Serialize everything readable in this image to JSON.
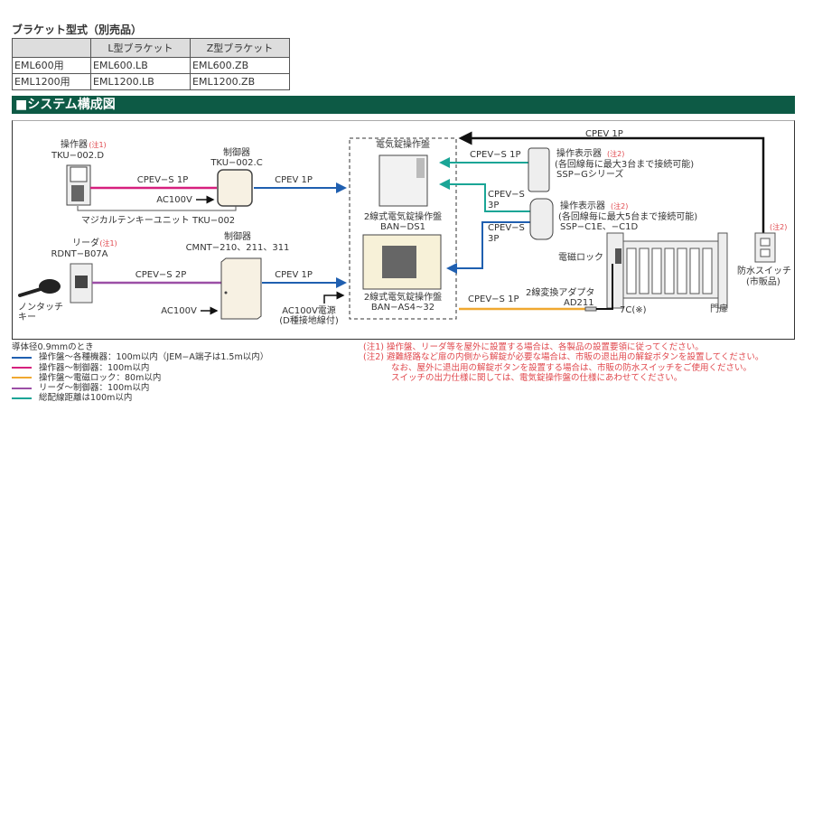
{
  "bracket": {
    "title": "ブラケット型式（別売品）",
    "headers": [
      "",
      "L型ブラケット",
      "Z型ブラケット"
    ],
    "rows": [
      [
        "EML600用",
        "EML600.LB",
        "EML600.ZB"
      ],
      [
        "EML1200用",
        "EML1200.LB",
        "EML1200.ZB"
      ]
    ]
  },
  "section_title": "■システム構成図",
  "colors": {
    "blue": "#1f5fb0",
    "pink": "#d6207e",
    "orange": "#f0a830",
    "purple": "#9b4fa6",
    "teal": "#1aa596",
    "black": "#111111",
    "section": "#0d5a45",
    "note": "#e0474c"
  },
  "diagram": {
    "tku_d": {
      "name": "操作器",
      "note": "(注1)",
      "model": "TKU−002.D"
    },
    "tku_c": {
      "name": "制御器",
      "model": "TKU−002.C"
    },
    "cable_pink": "CPEV−S 1P",
    "ac1": "AC100V",
    "unit_label": "マジカルテンキーユニット  TKU−002",
    "cpev1p_a": "CPEV 1P",
    "reader": {
      "name": "リーダ",
      "note": "(注1)",
      "model": "RDNT−B07A"
    },
    "key": [
      "ノンタッチ",
      "キー"
    ],
    "cmnt": {
      "name": "制御器",
      "model": "CMNT−210、211、311"
    },
    "cable_purple": "CPEV−S 2P",
    "ac2": "AC100V",
    "cpev1p_b": "CPEV 1P",
    "power": [
      "AC100V電源",
      "(D種接地線付)"
    ],
    "panel_group": "電気錠操作盤",
    "panel1": [
      "2線式電気錠操作盤",
      "BAN−DS1"
    ],
    "panel2": [
      "2線式電気錠操作盤",
      "BAN−AS4~32"
    ],
    "ssp_g": {
      "cable": "CPEV−S 1P",
      "name": "操作表示器",
      "note": "(注2)",
      "desc": "(各回線毎に最大3台まで接続可能)",
      "model": "SSP−Gシリーズ"
    },
    "ssp_c": {
      "name": "操作表示器",
      "note": "(注2)",
      "desc": "(各回線毎に最大5台まで接続可能)",
      "model": "SSP−C1E、−C1D"
    },
    "teal3p": [
      "CPEV−S",
      "3P"
    ],
    "blue3p": [
      "CPEV−S",
      "3P"
    ],
    "maglock": "電磁ロック",
    "adapter": [
      "2線変換アダプタ",
      "AD211"
    ],
    "cable_orange": "CPEV−S 1P",
    "wire7c": "7C(※)",
    "gate": "門扉",
    "cpev1p_top": "CPEV 1P",
    "switch": {
      "note": "(注2)",
      "name": "防水スイッチ",
      "sub": "(市販品)"
    }
  },
  "legend": {
    "title": "導体径0.9mmのとき",
    "items": [
      {
        "color": "#1f5fb0",
        "text": "操作盤〜各種機器：100m以内（JEM−A端子は1.5m以内）"
      },
      {
        "color": "#d6207e",
        "text": "操作器〜制御器：100m以内"
      },
      {
        "color": "#f0a830",
        "text": "操作盤〜電磁ロック：80m以内"
      },
      {
        "color": "#9b4fa6",
        "text": "リーダ〜制御器：100m以内"
      },
      {
        "color": "#1aa596",
        "text": "総配線距離は100m以内"
      }
    ]
  },
  "notes": {
    "n1": "(注1) 操作盤、リーダ等を屋外に設置する場合は、各製品の設置要領に従ってください。",
    "n2": "(注2) 避難経路など扉の内側から解錠が必要な場合は、市販の退出用の解錠ボタンを設置してください。",
    "n2b": "なお、屋外に退出用の解錠ボタンを設置する場合は、市販の防水スイッチをご使用ください。",
    "n2c": "スイッチの出力仕様に関しては、電気錠操作盤の仕様にあわせてください。"
  }
}
